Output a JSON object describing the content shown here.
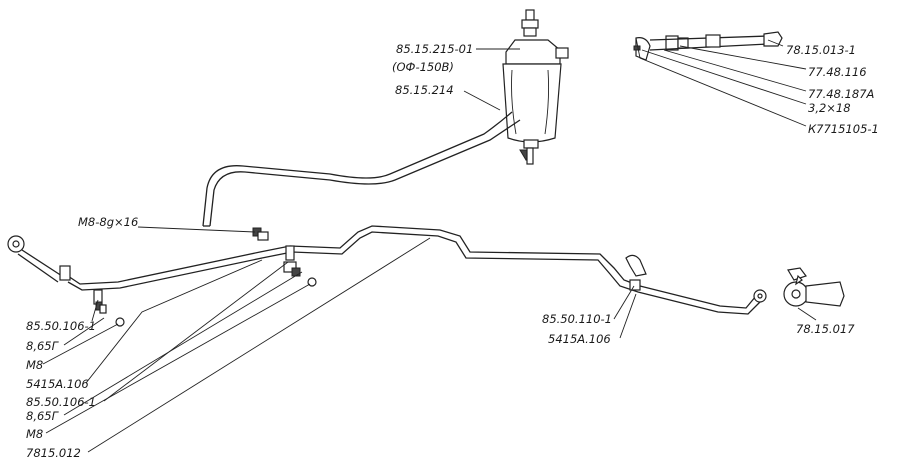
{
  "diagram": {
    "labels": {
      "filter_assembly": "85.15.215-01",
      "filter_assembly_alt": "(ОФ-150В)",
      "filter_bracket": "85.15.214",
      "hose_fitting": "78.15.013-1",
      "washer_a": "77.48.116",
      "washer_b": "77.48.187А",
      "pin": "3,2×18",
      "union": "К7715105-1",
      "bolt_top": "М8-8g×16",
      "clamp_left_1": "85.50.106-1",
      "washer_left_1": "8,65Г",
      "nut_left_1": "М8",
      "clip_1": "5415А.106",
      "clamp_left_2": "85.50.106-1",
      "washer_left_2": "8,65Г",
      "nut_left_2": "М8",
      "main_pipe": "7815.012",
      "clamp_right": "85.50.110-1",
      "clip_right": "5415А.106",
      "valve": "78.15.017"
    }
  }
}
